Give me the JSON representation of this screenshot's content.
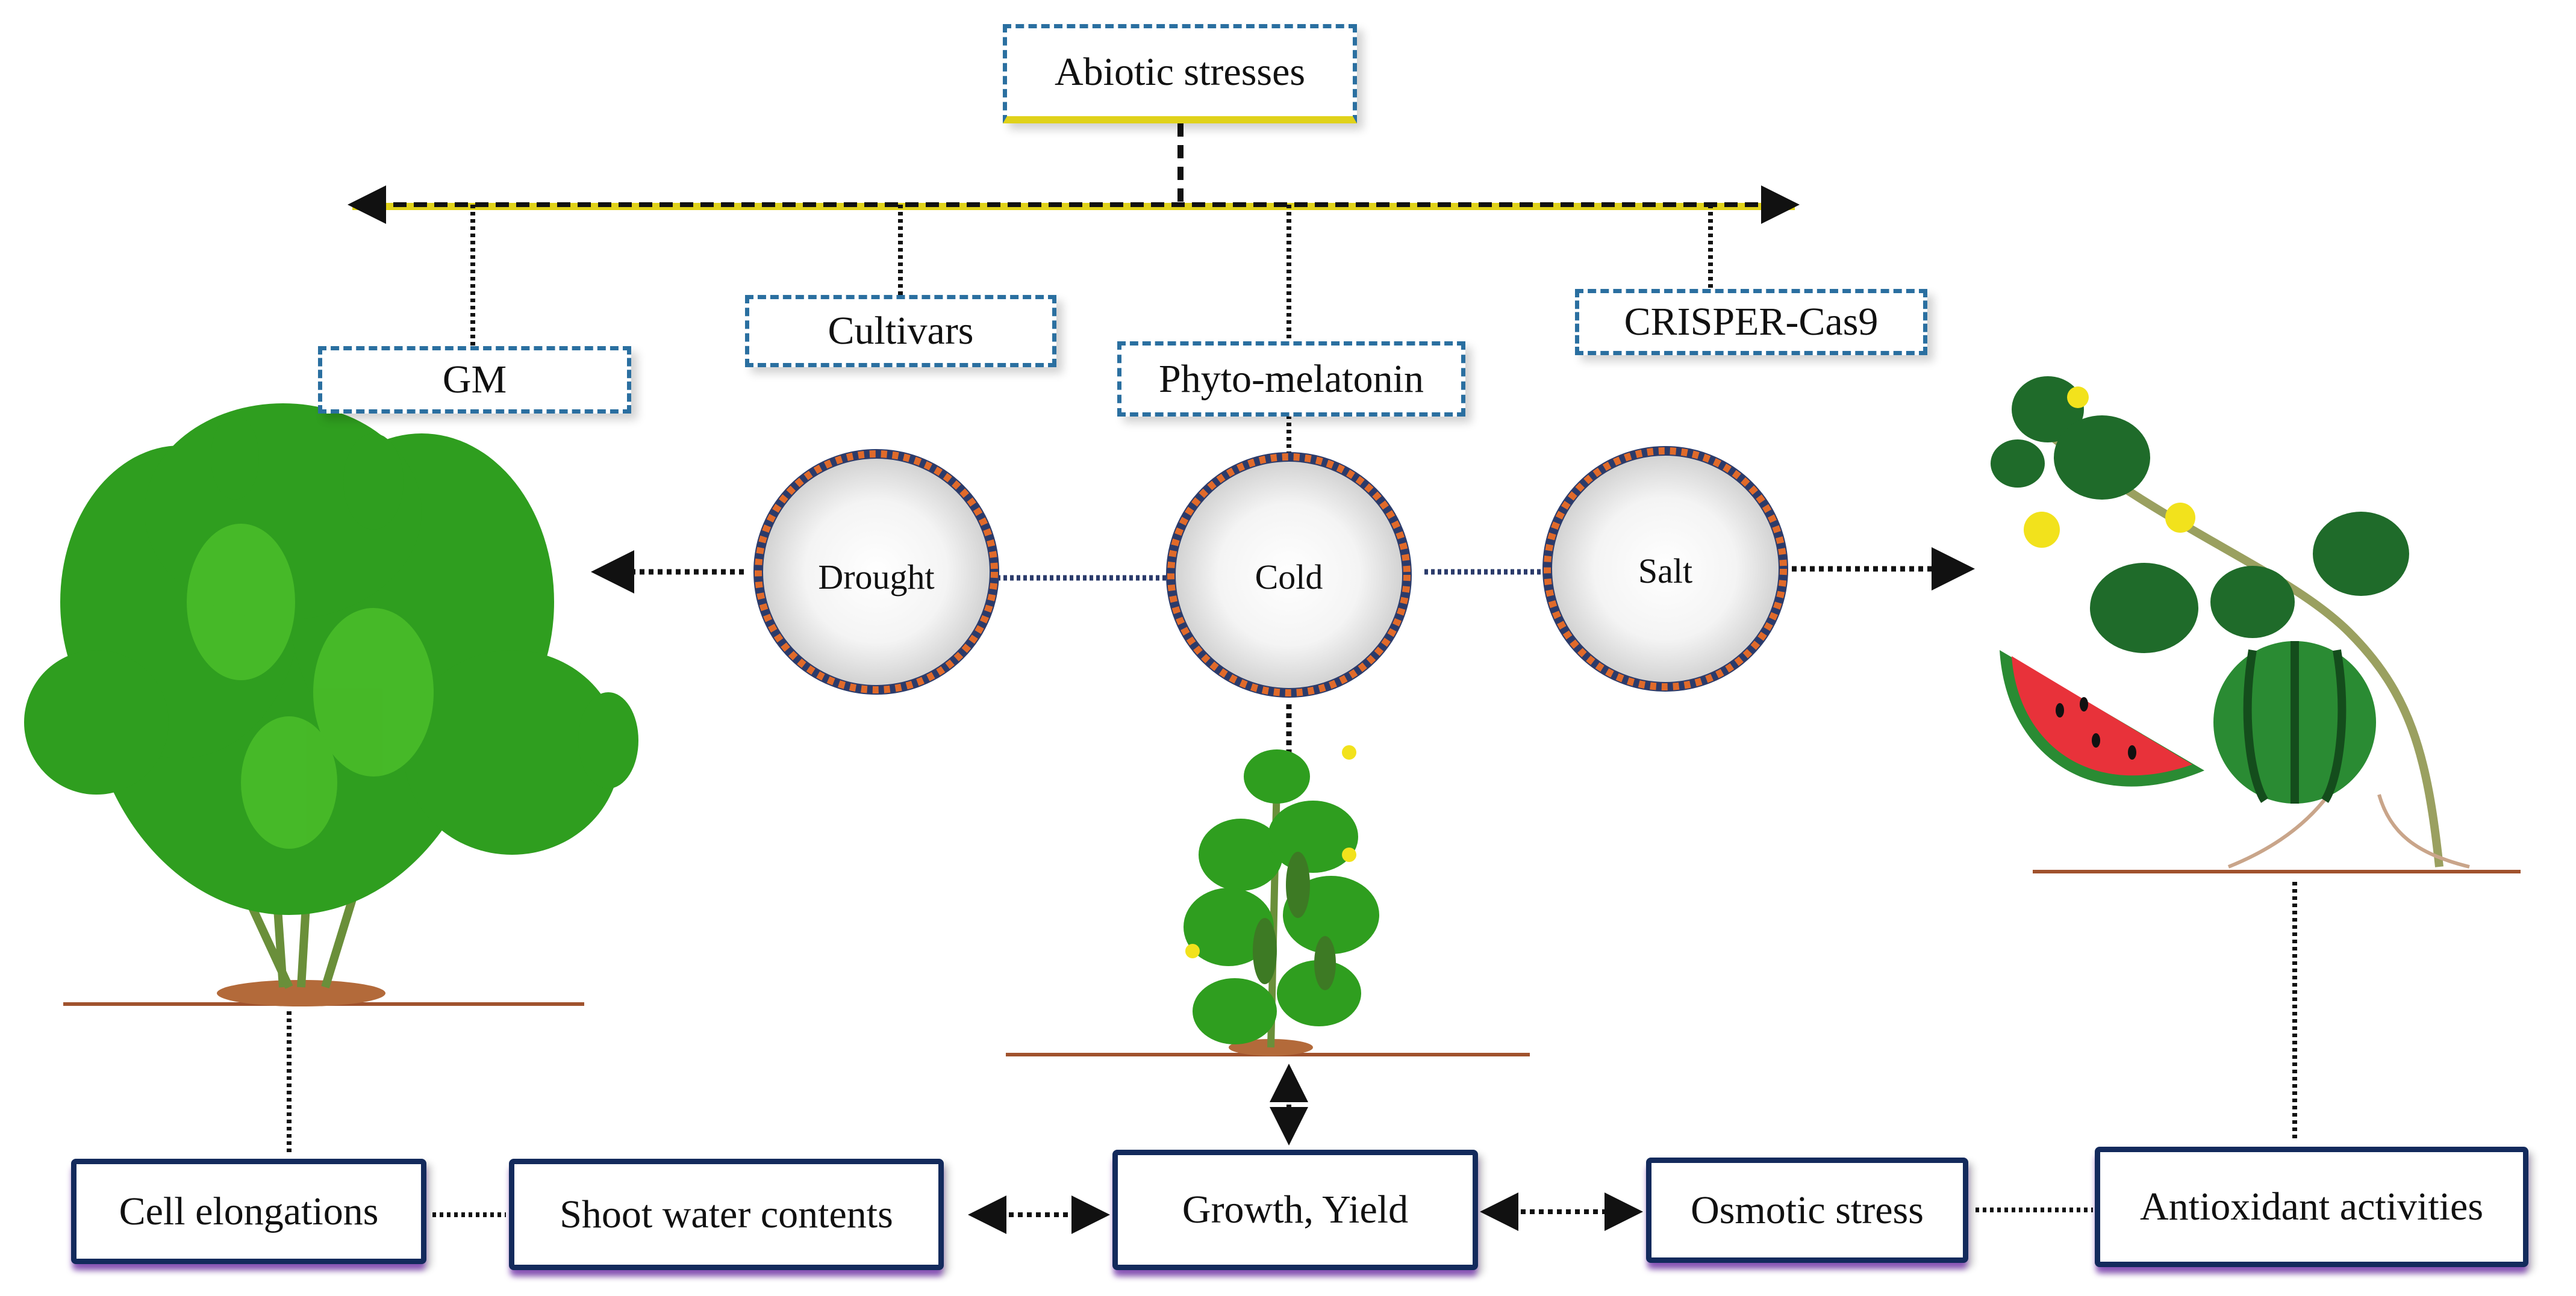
{
  "top": {
    "label": "Abiotic stresses"
  },
  "approaches": [
    {
      "label": "GM"
    },
    {
      "label": "Cultivars"
    },
    {
      "label": "Phyto-melatonin"
    },
    {
      "label": "CRISPER-Cas9"
    }
  ],
  "stresses": [
    {
      "label": "Drought"
    },
    {
      "label": "Cold"
    },
    {
      "label": "Salt"
    }
  ],
  "effects": [
    {
      "label": "Cell elongations"
    },
    {
      "label": "Shoot water contents"
    },
    {
      "label": "Growth, Yield"
    },
    {
      "label": "Osmotic stress"
    },
    {
      "label": "Antioxidant activities"
    }
  ],
  "colors": {
    "dashed_box_border": "#2a6fa0",
    "solid_box_border": "#132a5c",
    "solid_box_glow": "#6e28aa",
    "highlight_line": "#e0d21a",
    "circle_ring_outer": "#e06a2a",
    "circle_ring_inner": "#2b3b6b",
    "ground_line": "#a0522d",
    "leaf": "#2f9e1f",
    "watermelon_flesh": "#e8323a",
    "flower": "#f2e21c"
  },
  "illustrations": [
    {
      "name": "moringa-plant"
    },
    {
      "name": "cucumber-plant"
    },
    {
      "name": "watermelon-plant"
    }
  ]
}
